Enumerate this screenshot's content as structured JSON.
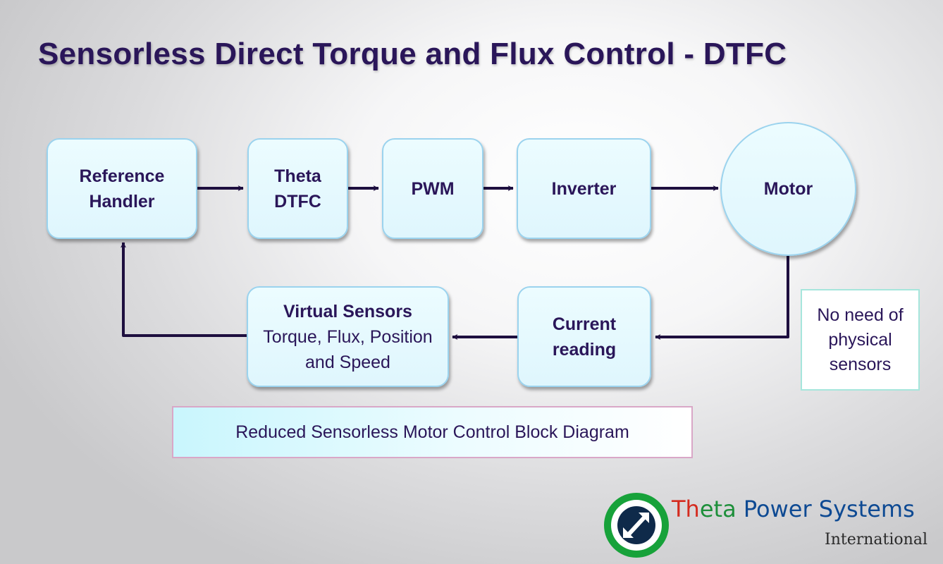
{
  "title": "Sensorless Direct Torque and Flux Control - DTFC",
  "blocks": {
    "reference_handler": [
      "Reference",
      "Handler"
    ],
    "theta_dtfc": [
      "Theta",
      "DTFC"
    ],
    "pwm": "PWM",
    "inverter": "Inverter",
    "motor": "Motor",
    "current_reading": [
      "Current",
      "reading"
    ],
    "virtual_sensors": {
      "title": "Virtual Sensors",
      "subtitle": [
        "Torque, Flux, Position",
        "and Speed"
      ]
    }
  },
  "note": [
    "No need of",
    "physical",
    "sensors"
  ],
  "caption": "Reduced Sensorless Motor Control Block Diagram",
  "logo": {
    "brand_prefix_red": "Th",
    "brand_prefix_green": "eta",
    "brand_rest": " Power Systems",
    "subtitle": "International",
    "icon": "arrow-logo-icon"
  },
  "colors": {
    "title": "#2a1659",
    "block_fill": "#e6f9fe",
    "block_border": "#9bd3ee",
    "arrow": "#1e0f3f",
    "logo_green": "#17a23a",
    "logo_navy": "#0f2a4a"
  }
}
